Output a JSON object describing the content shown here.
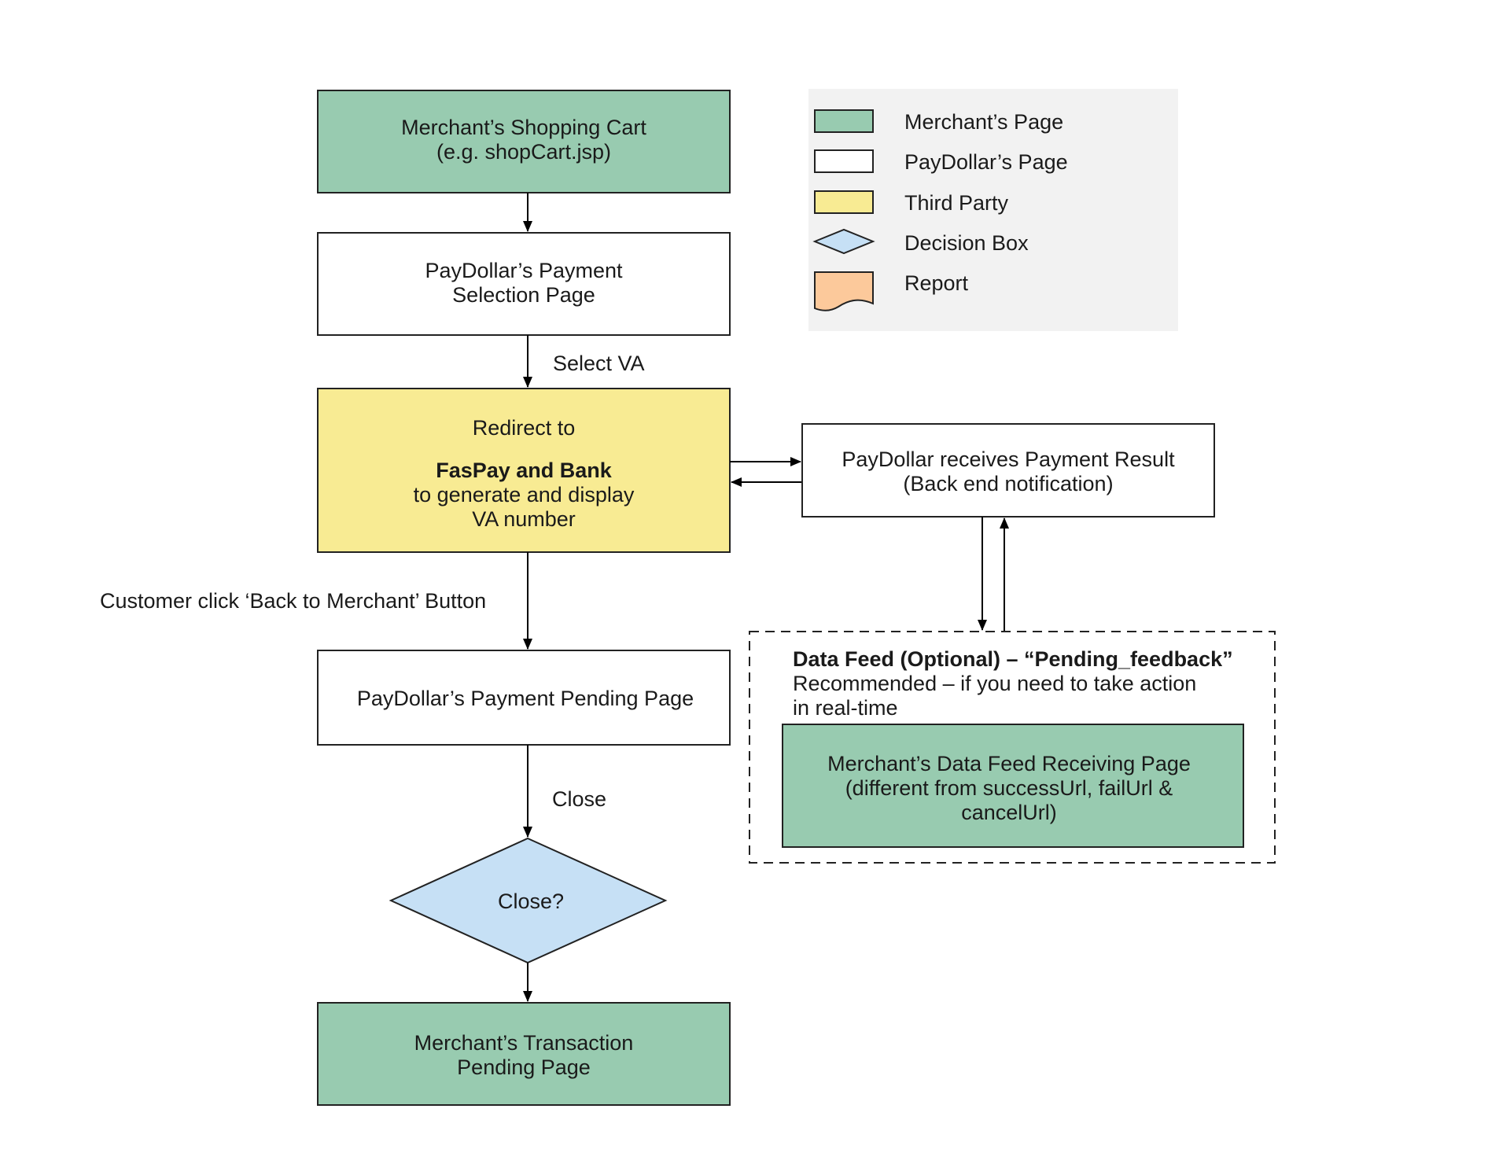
{
  "colors": {
    "merchant": "#98cbb0",
    "paydollar": "#ffffff",
    "third_party": "#f8eb93",
    "decision": "#c6e0f5",
    "report": "#fcc99b",
    "legend_bg": "#f2f2f2"
  },
  "legend": {
    "items": [
      {
        "label": "Merchant’s Page",
        "shape": "rect",
        "color": "#98cbb0"
      },
      {
        "label": "PayDollar’s Page",
        "shape": "rect",
        "color": "#ffffff"
      },
      {
        "label": "Third Party",
        "shape": "rect",
        "color": "#f8eb93"
      },
      {
        "label": "Decision Box",
        "shape": "diamond",
        "color": "#c6e0f5"
      },
      {
        "label": "Report",
        "shape": "document",
        "color": "#fcc99b"
      }
    ]
  },
  "nodes": {
    "shopping_cart": {
      "line1": "Merchant’s Shopping Cart",
      "line2": "(e.g. shopCart.jsp)"
    },
    "payment_selection": {
      "line1": "PayDollar’s Payment",
      "line2": "Selection Page"
    },
    "redirect": {
      "line1": "Redirect to",
      "line2": "FasPay and Bank",
      "line3": "to generate and display",
      "line4": "VA number"
    },
    "payment_result": {
      "line1": "PayDollar receives Payment Result",
      "line2": "(Back end notification)"
    },
    "pending_page": {
      "line1": "PayDollar’s Payment Pending Page"
    },
    "decision": {
      "label": "Close?"
    },
    "transaction_pending": {
      "line1": "Merchant’s Transaction",
      "line2": "Pending Page"
    },
    "data_feed": {
      "title": "Data Feed (Optional) – “Pending_feedback”",
      "line2": "Recommended – if you need to take action",
      "line3": "in real-time"
    },
    "data_feed_page": {
      "line1": "Merchant’s Data Feed Receiving Page",
      "line2": "(different from successUrl, failUrl &",
      "line3": "cancelUrl)"
    }
  },
  "edge_labels": {
    "select_va": "Select VA",
    "back_to_merchant": "Customer click ‘Back to Merchant’ Button",
    "close": "Close"
  }
}
